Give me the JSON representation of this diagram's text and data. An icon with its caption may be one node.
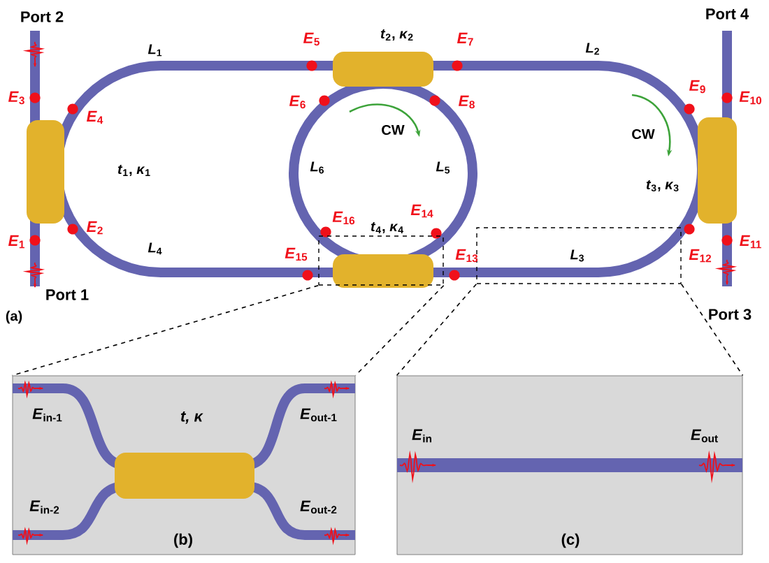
{
  "diagram": {
    "nodes": [
      {
        "text": [],
        "shape": "box"
      },
      {
        "text": [],
        "shape": "box"
      },
      {
        "text": [
          "*E*$_{in-1}$",
          "t, κ",
          "*E*$_{out-1}$",
          "*E*$_{in-2}$",
          "*E*$_{out-2}$",
          "(b)"
        ]
      },
      {
        "text": [
          "*E*$_{in}$",
          "*E*$_{out}$",
          "(c)"
        ]
      }
    ],
    "edges": [
      {
        "from": 0,
        "to": 2,
        "arrow": "none",
        "style": "dashed"
      },
      {
        "from": 0,
        "to": 2,
        "arrow": "none",
        "style": "dashed"
      },
      {
        "from": 1,
        "to": 3,
        "arrow": "none",
        "style": "dashed"
      },
      {
        "from": 1,
        "to": 3,
        "arrow": "none",
        "style": "dashed"
      }
    ],
    "labels": [
      "Port 2",
      "Port 4",
      "*E*$_{5}$",
      "*t*$_{2}$, *κ*$_{2}$",
      "*E*$_{7}$",
      "*L*$_{1}$",
      "*L*$_{2}$",
      "*E*$_{3}$",
      "*E*$_{6}$",
      "*E*$_{8}$",
      "*E*$_{9}$",
      "*E*$_{10}$",
      "*E*$_{4}$",
      "CW",
      "CW",
      "*t*$_{1}$, *κ*$_{1}$",
      "*L*$_{6}$",
      "*L*$_{5}$",
      "*t*$_{3}$, *κ*$_{3}$",
      "*E*$_{2}$",
      "*E*$_{16}$",
      "*E*$_{14}$",
      "*t*$_{4}$, *κ*$_{4}$",
      "*E*$_{1}$",
      "*E*$_{11}$",
      "*L*$_{4}$",
      "*E*$_{15}$",
      "*E*$_{13}$",
      "*L*$_{3}$",
      "*E*$_{12}$",
      "Port 1",
      "(a)",
      "Port 3"
    ]
  }
}
